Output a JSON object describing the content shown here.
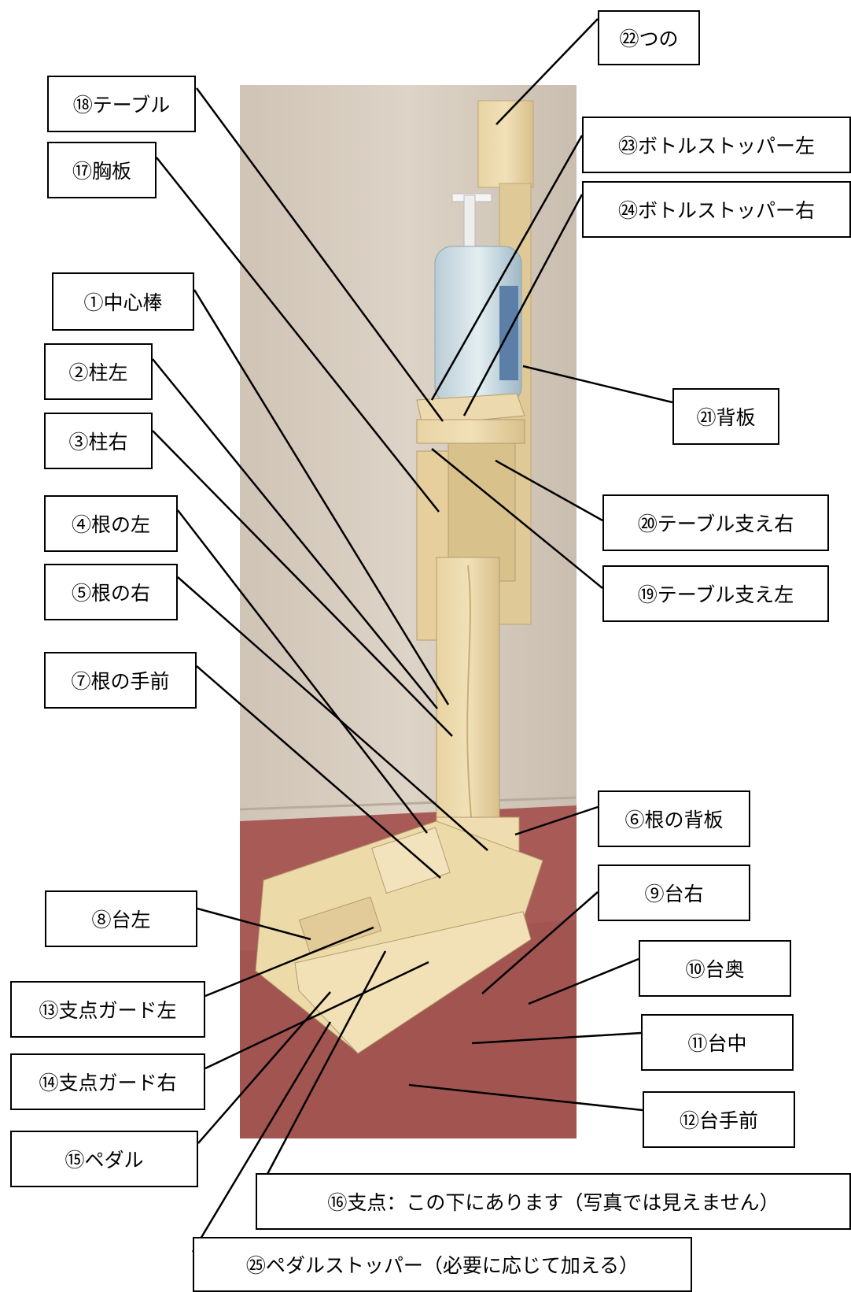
{
  "colors": {
    "wall": "#d6ccc0",
    "floor": "#a85a57",
    "wood": "#e9d6a8",
    "line": "#000000"
  },
  "labels": [
    {
      "id": "1",
      "text": "①中心棒"
    },
    {
      "id": "2",
      "text": "②柱左"
    },
    {
      "id": "3",
      "text": "③柱右"
    },
    {
      "id": "4",
      "text": "④根の左"
    },
    {
      "id": "5",
      "text": "⑤根の右"
    },
    {
      "id": "6",
      "text": "⑥根の背板"
    },
    {
      "id": "7",
      "text": "⑦根の手前"
    },
    {
      "id": "8",
      "text": "⑧台左"
    },
    {
      "id": "9",
      "text": "⑨台右"
    },
    {
      "id": "10",
      "text": "⑩台奥"
    },
    {
      "id": "11",
      "text": "⑪台中"
    },
    {
      "id": "12",
      "text": "⑫台手前"
    },
    {
      "id": "13",
      "text": "⑬支点ガード左"
    },
    {
      "id": "14",
      "text": "⑭支点ガード右"
    },
    {
      "id": "15",
      "text": "⑮ペダル"
    },
    {
      "id": "16",
      "text": "⑯支点：この下にあります（写真では見えません）"
    },
    {
      "id": "17",
      "text": "⑰胸板"
    },
    {
      "id": "18",
      "text": "⑱テーブル"
    },
    {
      "id": "19",
      "text": "⑲テーブル支え左"
    },
    {
      "id": "20",
      "text": "⑳テーブル支え右"
    },
    {
      "id": "21",
      "text": "㉑背板"
    },
    {
      "id": "22",
      "text": "㉒つの"
    },
    {
      "id": "23",
      "text": "㉓ボトルストッパー左"
    },
    {
      "id": "24",
      "text": "㉔ボトルストッパー右"
    },
    {
      "id": "25",
      "text": "㉕ペダルストッパー（必要に応じて加える）"
    }
  ]
}
